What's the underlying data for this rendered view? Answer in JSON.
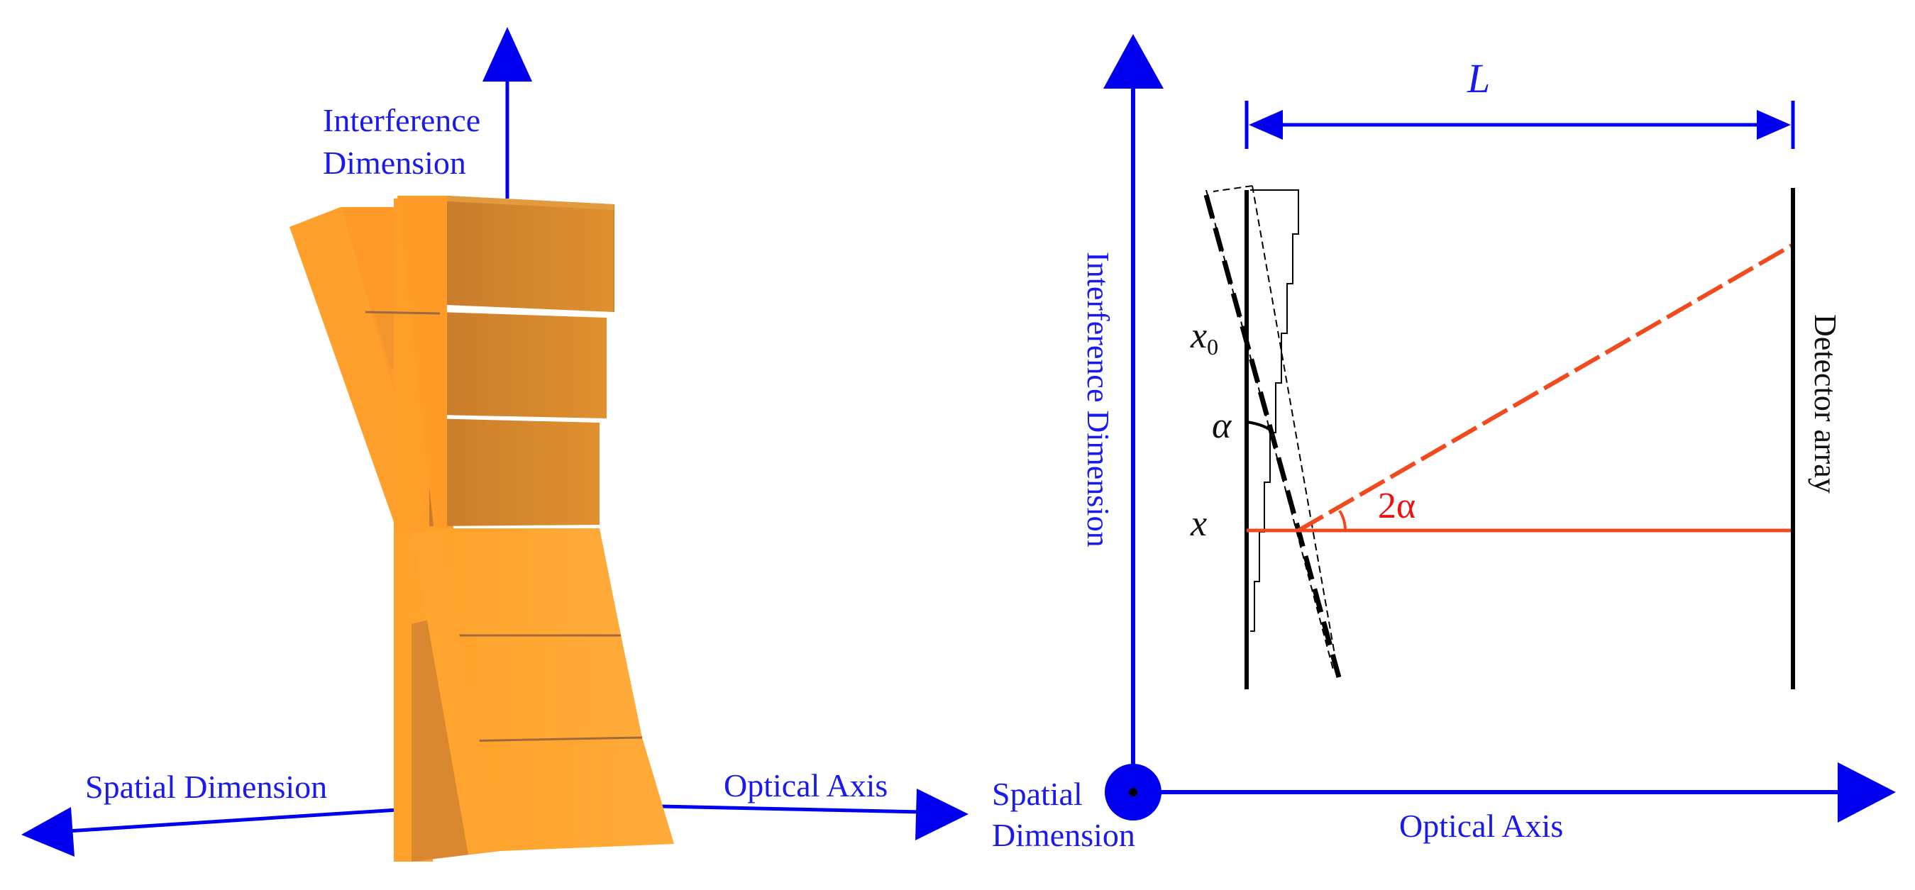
{
  "left_panel": {
    "interference_label_line1": "Interference",
    "interference_label_line2": "Dimension",
    "spatial_label": "Spatial Dimension",
    "optical_label": "Optical Axis"
  },
  "right_panel": {
    "L_label": "L",
    "x0_label": "x",
    "x0_subscript": "0",
    "alpha_label": "α",
    "x_label": "x",
    "two_alpha_label": "2α",
    "detector_label": "Detector array",
    "interference_label": "Interference Dimension",
    "spatial_label_line1": "Spatial",
    "spatial_label_line2": "Dimension",
    "optical_label": "Optical Axis"
  },
  "colors": {
    "axis_blue": "#0000ee",
    "label_blue": "#1a1aee",
    "ray_red": "#f24a1e",
    "angle_red": "#ee1111",
    "prism_light": "#ffa12a",
    "prism_dark": "#d98830",
    "prism_side": "#ff9f2c"
  }
}
